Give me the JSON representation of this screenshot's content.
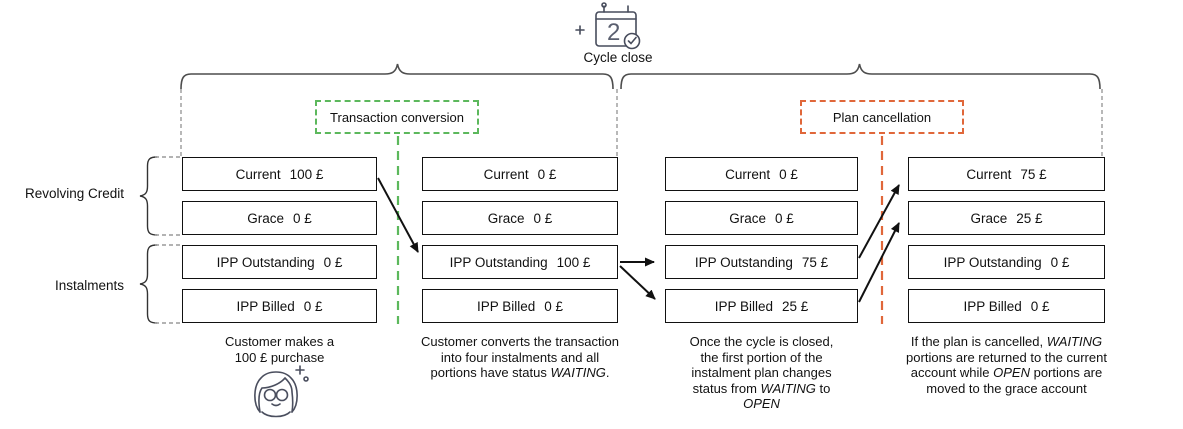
{
  "header": {
    "cycle_close_label": "Cycle close",
    "cycle_close_icon": "calendar-check-icon"
  },
  "colors": {
    "conversion_green": "#5cb85c",
    "cancellation_orange": "#e0673a",
    "line_dark": "#4d4d4d",
    "dash_gray": "#9a9a9a",
    "box_border": "#111111"
  },
  "annotations": {
    "conversion": {
      "label": "Transaction conversion"
    },
    "cancellation": {
      "label": "Plan cancellation"
    }
  },
  "groups": [
    {
      "label": "Revolving Credit"
    },
    {
      "label": "Instalments"
    }
  ],
  "columns": [
    {
      "rows": [
        {
          "label": "Current",
          "value": "100 £"
        },
        {
          "label": "Grace",
          "value": "0 £"
        },
        {
          "label": "IPP Outstanding",
          "value": "0 £"
        },
        {
          "label": "IPP Billed",
          "value": "0 £"
        }
      ],
      "caption": [
        "Customer makes a",
        "100 £ purchase"
      ],
      "icon": "customer-icon"
    },
    {
      "rows": [
        {
          "label": "Current",
          "value": "0 £"
        },
        {
          "label": "Grace",
          "value": "0 £"
        },
        {
          "label": "IPP Outstanding",
          "value": "100 £"
        },
        {
          "label": "IPP Billed",
          "value": "0 £"
        }
      ],
      "caption": [
        "Customer converts the transaction",
        "into four instalments and all",
        "portions have status *WAITING*."
      ]
    },
    {
      "rows": [
        {
          "label": "Current",
          "value": "0 £"
        },
        {
          "label": "Grace",
          "value": "0 £"
        },
        {
          "label": "IPP Outstanding",
          "value": "75 £"
        },
        {
          "label": "IPP Billed",
          "value": "25 £"
        }
      ],
      "caption": [
        "Once the cycle is closed,",
        "the first portion of the",
        "instalment plan changes",
        "status from *WAITING* to",
        "*OPEN*"
      ]
    },
    {
      "rows": [
        {
          "label": "Current",
          "value": "75 £"
        },
        {
          "label": "Grace",
          "value": "25 £"
        },
        {
          "label": "IPP Outstanding",
          "value": "0 £"
        },
        {
          "label": "IPP Billed",
          "value": "0 £"
        }
      ],
      "caption": [
        "If the plan is cancelled, *WAITING*",
        "portions are returned to the current",
        "account while *OPEN* portions are",
        "moved to the grace account"
      ]
    }
  ],
  "flows": [
    {
      "from": "col1 Current",
      "to": "col2 IPP Outstanding"
    },
    {
      "from": "col2 IPP Outstanding",
      "to": "col3 IPP Outstanding"
    },
    {
      "from": "col2 IPP Outstanding",
      "to": "col3 IPP Billed"
    },
    {
      "from": "col3 IPP Outstanding",
      "to": "col4 Current"
    },
    {
      "from": "col3 IPP Billed",
      "to": "col4 Grace"
    }
  ]
}
